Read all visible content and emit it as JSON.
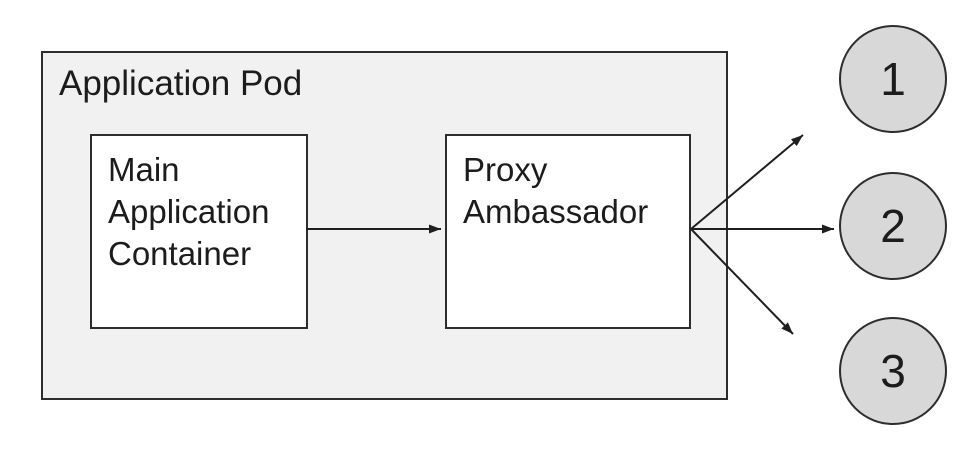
{
  "diagram": {
    "pod_title": "Application Pod",
    "nodes": [
      {
        "id": "main-application-container",
        "label": "Main Application Container"
      },
      {
        "id": "proxy-ambassador",
        "label": "Proxy Ambassador"
      }
    ],
    "endpoints": [
      {
        "label": "1"
      },
      {
        "label": "2"
      },
      {
        "label": "3"
      }
    ],
    "colors": {
      "background": "#ffffff",
      "pod_fill": "#f1f1f1",
      "node_fill": "#ffffff",
      "endpoint_fill": "#d8d8d8",
      "stroke": "#2d2d2d",
      "arrow": "#1f1f1f",
      "text": "#1c1c1c"
    }
  }
}
